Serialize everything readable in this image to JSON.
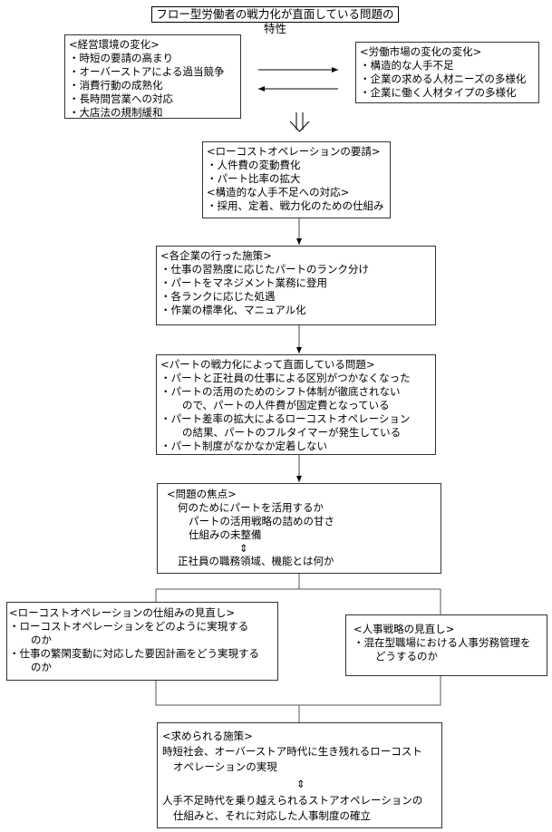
{
  "title": "フロー型労働者の戦力化が直面している問題の特性",
  "boxes": {
    "env": {
      "heading": "<経営環境の変化>",
      "items": [
        "・時短の要請の高まり",
        "・オーバーストアによる過当競争",
        "・消費行動の成熟化",
        "・長時間営業への対応",
        "・大店法の規制緩和"
      ]
    },
    "labor": {
      "heading": "<労働市場の変化の変化>",
      "items": [
        "・構造的な人手不足",
        "・企業の求める人材ニーズの多様化",
        "・企業に働く人材タイプの多様化"
      ]
    },
    "lowcost": {
      "heading": "<ローコストオペレーションの要請>",
      "items": [
        "・人件費の変動費化",
        "・パート比率の拡大"
      ],
      "heading2": "<構造的な人手不足への対応>",
      "items2": [
        "・採用、定着、戦力化のための仕組み"
      ]
    },
    "measures": {
      "heading": "<各企業の行った施策>",
      "items": [
        "・仕事の習熟度に応じたパートのランク分け",
        "・パートをマネジメント業務に登用",
        "・各ランクに応じた処遇",
        "・作業の標準化、マニュアル化"
      ]
    },
    "problems": {
      "heading": "<パートの戦力化によって直面している問題>",
      "lines": [
        "・パートと正社員の仕事による区別がつかなくなった",
        "・パートの活用のためのシフト体制が徹底されない",
        "ので、パートの人件費が固定費となっている",
        "・パート差率の拡大によるローコストオペレーション",
        "の結果、パートのフルタイマーが発生している",
        "・パート制度がなかなか定着しない"
      ]
    },
    "focus": {
      "heading": "<問題の焦点>",
      "l1": "何のためにパートを活用するか",
      "l2": "パートの活用戦略の詰めの甘さ",
      "l3": "仕組みの未整備",
      "sym": "⇕",
      "l4": "正社員の職務領域、機能とは何か"
    },
    "review": {
      "heading": "<ローコストオペレーションの仕組みの見直し>",
      "lines": [
        "・ローコストオペレーションをどのように実現する",
        "のか",
        "・仕事の繁閑変動に対応した要因計画をどう実現する",
        "のか"
      ]
    },
    "hr": {
      "heading": "<人事戦略の見直し>",
      "lines": [
        "・混在型職場における人事労務管理を",
        "どうするのか"
      ]
    },
    "required": {
      "heading": "<求められる施策>",
      "l1": "時短社会、オーバーストア時代に生き残れるローコスト",
      "l2": "オペレーションの実現",
      "sym": "⇕",
      "l3": "人手不足時代を乗り越えられるストアオペレーションの",
      "l4": "仕組みと、それに対応した人事制度の確立"
    }
  }
}
